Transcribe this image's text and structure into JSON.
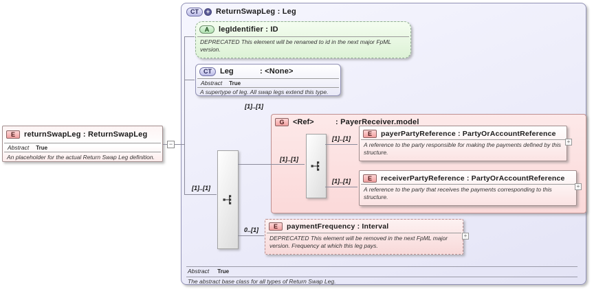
{
  "colors": {
    "main_fill": "#e9e9f8",
    "main_border": "#9090b4",
    "group_fill": "#fbdcdc",
    "group_border": "#c09090",
    "element_fill": "#fbe3e3",
    "element_border": "#a08c8c",
    "attribute_fill": "#ddf2d6",
    "attribute_border": "#8fae8f",
    "badge_pink": "#f2a0a0",
    "badge_green": "#b2e2b2",
    "badge_lavender": "#bcbce6"
  },
  "icons": {
    "expand": "+",
    "collapse": "−",
    "ct_plus": "+"
  },
  "root": {
    "badge": "E",
    "title": "returnSwapLeg : ReturnSwapLeg",
    "abstract_label": "Abstract",
    "abstract_value": "True",
    "description": "An placeholder for the actual Return Swap Leg definition."
  },
  "main": {
    "badge": "CT",
    "title": "ReturnSwapLeg : Leg",
    "abstract_label": "Abstract",
    "abstract_value": "True",
    "description": "The abstract base class for all types of Return Swap Leg.",
    "sequence_cardinality": "[1]..[1]",
    "attribute": {
      "badge": "A",
      "title": "legIdentifier : ID",
      "description": "DEPRECATED This element will be renamed to id in the next major FpML version."
    },
    "base": {
      "badge": "CT",
      "name": "Leg",
      "type": ": <None>",
      "abstract_label": "Abstract",
      "abstract_value": "True",
      "description": "A supertype of leg. All swap legs extend this type."
    },
    "group": {
      "badge": "G",
      "name": "<Ref>",
      "type": ": PayerReceiver.model",
      "cardinality": "[1]..[1]",
      "sequence_cardinality": "[1]..[1]",
      "elements": [
        {
          "badge": "E",
          "title": "payerPartyReference : PartyOrAccountReference",
          "cardinality": "[1]..[1]",
          "description": "A reference to the party responsible for making the payments defined by this structure."
        },
        {
          "badge": "E",
          "title": "receiverPartyReference : PartyOrAccountReference",
          "cardinality": "[1]..[1]",
          "description": "A reference to the party that receives the payments corresponding to this structure."
        }
      ]
    },
    "payment_frequency": {
      "badge": "E",
      "title": "paymentFrequency : Interval",
      "cardinality": "0..[1]",
      "description": "DEPRECATED This element will be removed in the next FpML major version. Frequency at which this leg pays."
    }
  }
}
